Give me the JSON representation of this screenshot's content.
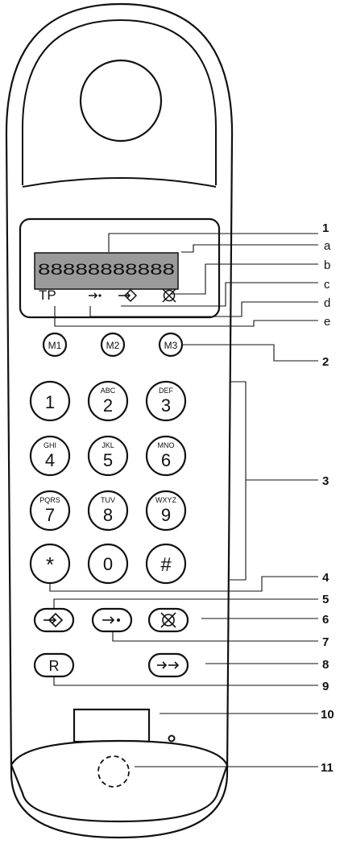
{
  "display": {
    "segment_row": "88888888888",
    "status_text": "TP",
    "status_icons": [
      "call-arrow-icon",
      "diamond-arrow-icon",
      "crossed-circle-icon"
    ]
  },
  "memory_keys": [
    "M1",
    "M2",
    "M3"
  ],
  "keypad": [
    {
      "digit": "1",
      "letters": ""
    },
    {
      "digit": "2",
      "letters": "ABC"
    },
    {
      "digit": "3",
      "letters": "DEF"
    },
    {
      "digit": "4",
      "letters": "GHI"
    },
    {
      "digit": "5",
      "letters": "JKL"
    },
    {
      "digit": "6",
      "letters": "MNO"
    },
    {
      "digit": "7",
      "letters": "PQRS"
    },
    {
      "digit": "8",
      "letters": "TUV"
    },
    {
      "digit": "9",
      "letters": "WXYZ"
    },
    {
      "digit": "*",
      "letters": ""
    },
    {
      "digit": "0",
      "letters": ""
    },
    {
      "digit": "#",
      "letters": ""
    }
  ],
  "function_keys": {
    "r_key": "R",
    "icons": [
      "diamond-arrow-icon",
      "call-arrow-icon",
      "crossed-circle-icon",
      "double-arrow-icon"
    ]
  },
  "callouts": [
    "1",
    "a",
    "b",
    "c",
    "d",
    "e",
    "2",
    "3",
    "4",
    "5",
    "6",
    "7",
    "8",
    "9",
    "10",
    "11"
  ]
}
